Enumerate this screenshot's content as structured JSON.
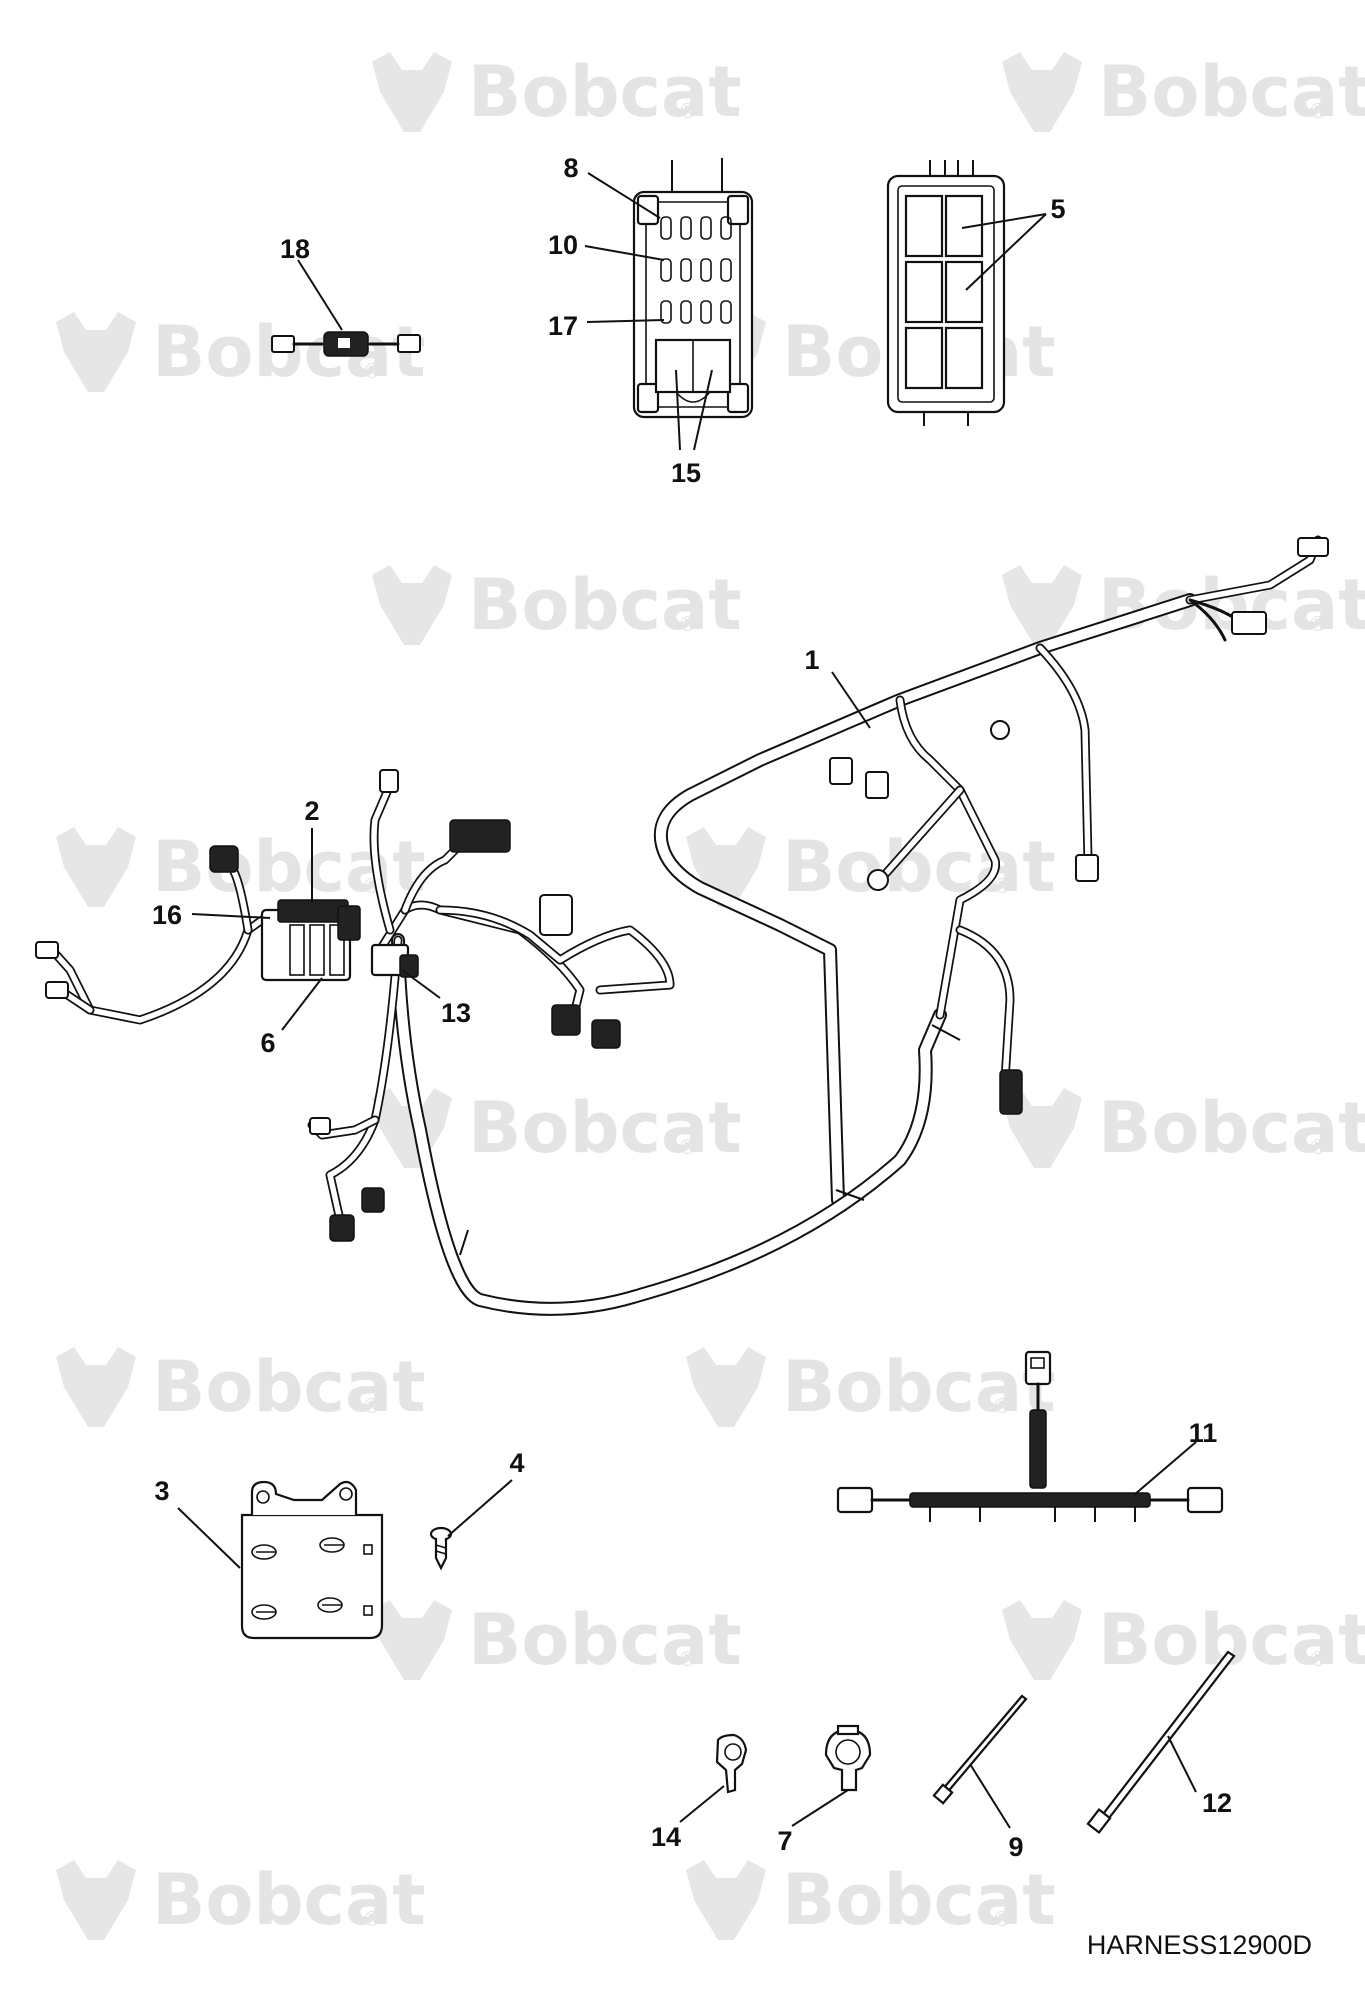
{
  "watermark": {
    "brand": "Bobcat",
    "registered": "®"
  },
  "reference_code": "HARNESS12900D",
  "callouts": [
    "1",
    "2",
    "3",
    "4",
    "5",
    "6",
    "7",
    "8",
    "9",
    "10",
    "11",
    "12",
    "13",
    "14",
    "15",
    "16",
    "17",
    "18"
  ]
}
